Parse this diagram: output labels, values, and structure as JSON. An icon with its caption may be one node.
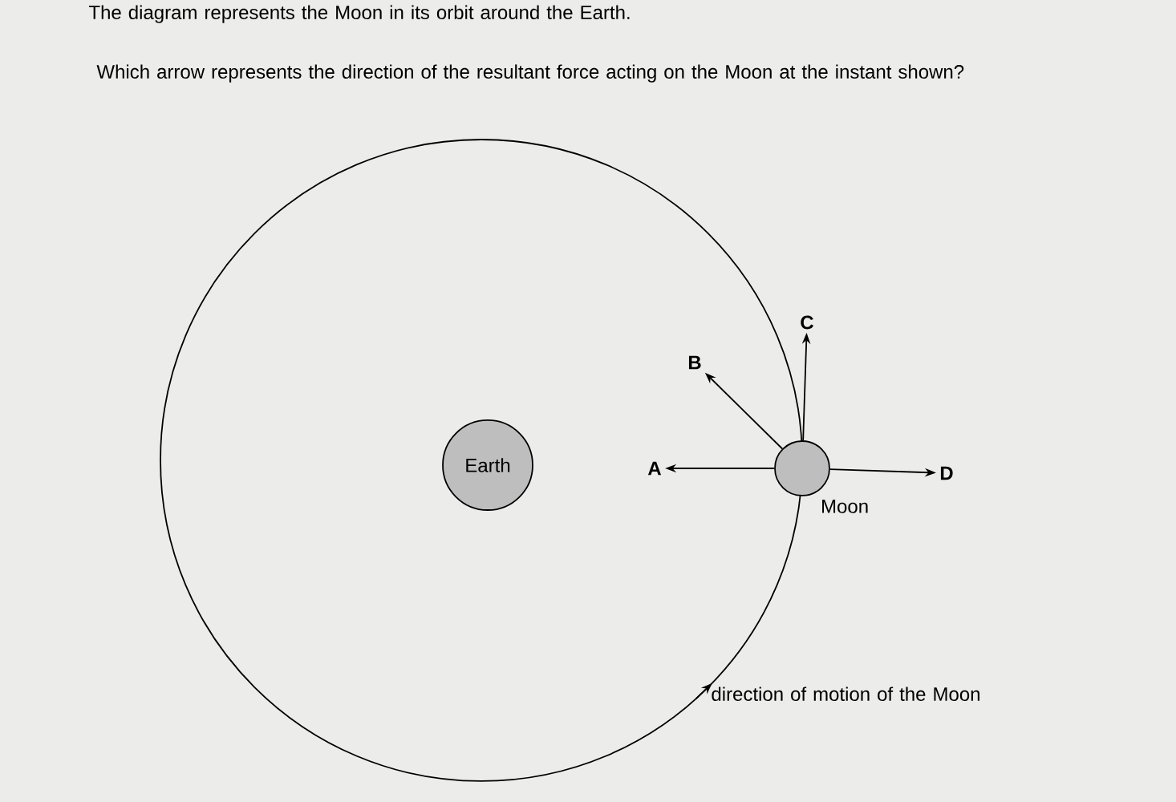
{
  "diagram": {
    "nodes": [
      {
        "text": [
          "Earth"
        ]
      },
      {
        "text": [],
        "shape": "circle",
        "beside": [
          "Moon"
        ]
      },
      {
        "text": [
          "A"
        ]
      },
      {
        "text": [
          "B"
        ]
      },
      {
        "text": [
          "C"
        ]
      },
      {
        "text": [
          "D"
        ]
      }
    ],
    "edges": [
      {
        "from": 1,
        "to": 2,
        "arrow": "to"
      },
      {
        "from": 1,
        "to": 3,
        "arrow": "to"
      },
      {
        "from": 1,
        "to": 4,
        "arrow": "to"
      },
      {
        "from": 1,
        "to": 5,
        "arrow": "to"
      }
    ],
    "labels": [
      "The diagram represents the Moon in its orbit around the Earth.",
      "Which arrow represents the direction of the resultant force acting on the Moon at the instant shown?",
      "direction of motion of the Moon"
    ]
  }
}
